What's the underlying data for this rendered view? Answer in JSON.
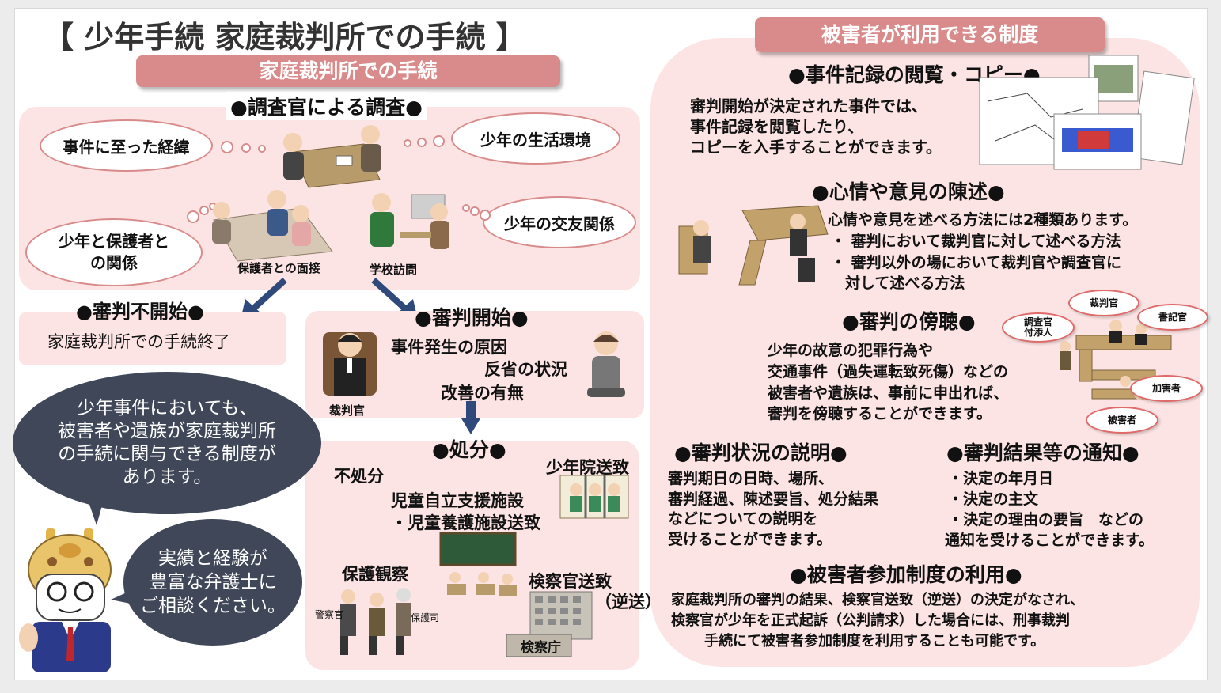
{
  "title": "【 少年手続 家庭裁判所での手続 】",
  "left": {
    "banner": "家庭裁判所での手続",
    "investigation": {
      "heading": "●調査官による調査●",
      "clouds": [
        "事件に至った経緯",
        "少年の生活環境",
        "少年と保護者との関係",
        "少年の交友関係"
      ],
      "captions": [
        "保護者との面接",
        "学校訪問"
      ]
    },
    "no_hearing": {
      "heading": "●審判不開始●",
      "text": "家庭裁判所での手続終了"
    },
    "hearing": {
      "heading": "●審判開始●",
      "items": [
        "事件発生の原因",
        "反省の状況",
        "改善の有無"
      ],
      "judge_label": "裁判官"
    },
    "disposition": {
      "heading": "●処分●",
      "items": [
        "不処分",
        "少年院送致",
        "児童自立支援施設",
        "・児童養護施設送致",
        "保護観察",
        "検察官送致",
        "（逆送）"
      ],
      "labels": [
        "警察官",
        "保護司",
        "検察庁"
      ]
    },
    "speech_main": [
      "少年事件においても、",
      "被害者や遺族が家庭裁判所",
      "の手続に関与できる制度が",
      "あります。"
    ],
    "speech_small": [
      "実績と経験が",
      "豊富な弁護士に",
      "ご相談ください。"
    ]
  },
  "right": {
    "banner": "被害者が利用できる制度",
    "records": {
      "heading": "●事件記録の閲覧・コピー●",
      "lines": [
        "審判開始が決定された事件では、",
        "事件記録を閲覧したり、",
        "コピーを入手することができます。"
      ]
    },
    "opinion": {
      "heading": "●心情や意見の陳述●",
      "lines": [
        "心情や意見を述べる方法には2種類あります。",
        "・ 審判において裁判官に対して述べる方法",
        "・ 審判以外の場において裁判官や調査官に",
        "対して述べる方法"
      ]
    },
    "observation": {
      "heading": "●審判の傍聴●",
      "lines": [
        "少年の故意の犯罪行為や",
        "交通事件（過失運転致死傷）などの",
        "被害者や遺族は、事前に申出れば、",
        "審判を傍聴することができます。"
      ],
      "ovals": [
        "裁判官",
        "書記官",
        "調査官\n付添人",
        "加害者",
        "被害者"
      ]
    },
    "status": {
      "heading": "●審判状況の説明●",
      "lines": [
        "審判期日の日時、場所、",
        "審判経過、陳述要旨、処分結果",
        "などについての説明を",
        "受けることができます。"
      ]
    },
    "result": {
      "heading": "●審判結果等の通知●",
      "lines": [
        "・決定の年月日",
        "・決定の主文",
        "・決定の理由の要旨　などの",
        "通知を受けることができます。"
      ]
    },
    "participation": {
      "heading": "●被害者参加制度の利用●",
      "lines": [
        "家庭裁判所の審判の結果、検察官送致（逆送）の決定がなされ、",
        "検察官が少年を正式起訴（公判請求）した場合には、刑事裁判",
        "手続にて被害者参加制度を利用することも可能です。"
      ]
    }
  },
  "colors": {
    "pink_bg": "#fde4e4",
    "banner": "#d98b8b",
    "arrow": "#2f4a7a",
    "bubble": "#3f4758"
  }
}
